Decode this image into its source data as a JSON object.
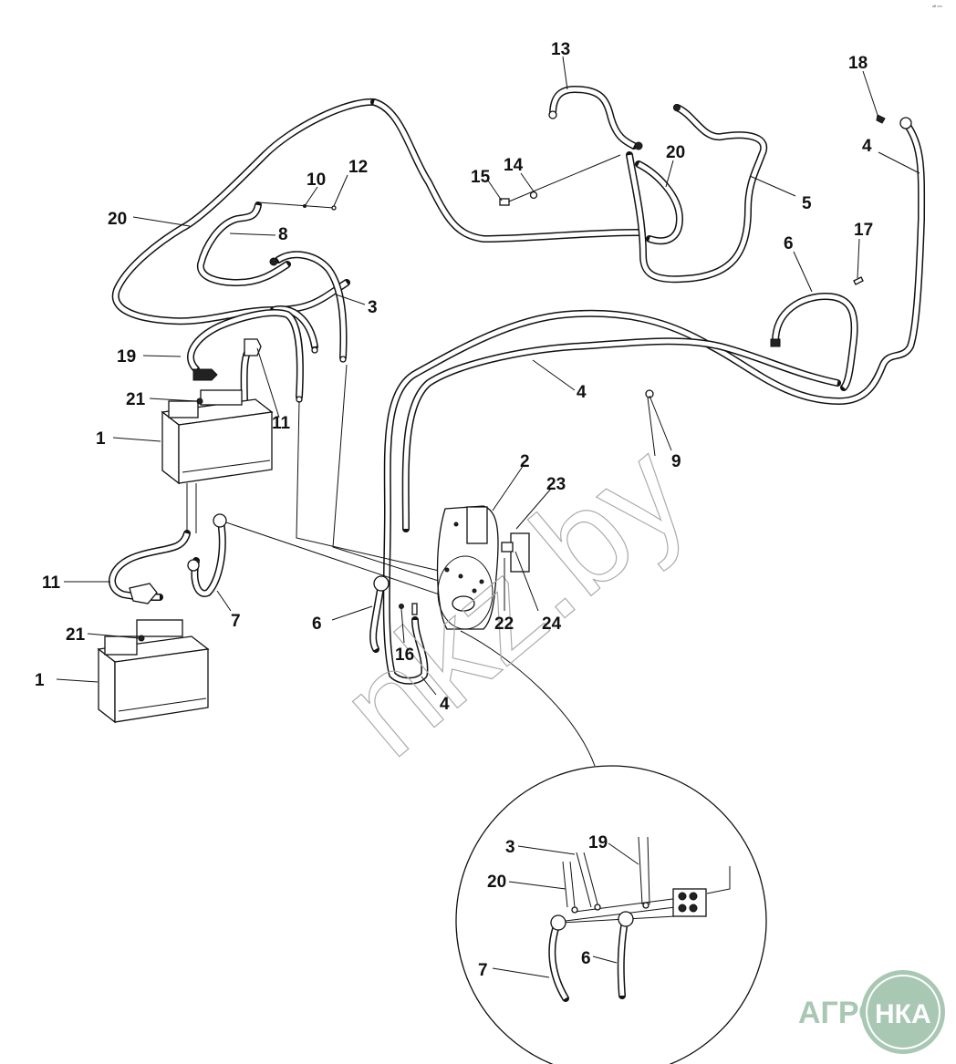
{
  "diagram": {
    "subject": "Battery cable harness — exploded parts view",
    "corner_mark": "ᵃᴮ ᵒᵒᵒ",
    "watermark": "nkz.by",
    "logo": {
      "left": "АГРО",
      "right": "НКА",
      "color": "#a8c8b4"
    },
    "callouts": [
      {
        "id": "c13",
        "label": "13"
      },
      {
        "id": "c18",
        "label": "18"
      },
      {
        "id": "c14",
        "label": "14"
      },
      {
        "id": "c15",
        "label": "15"
      },
      {
        "id": "c20a",
        "label": "20"
      },
      {
        "id": "c4a",
        "label": "4"
      },
      {
        "id": "c10",
        "label": "10"
      },
      {
        "id": "c12",
        "label": "12"
      },
      {
        "id": "c5",
        "label": "5"
      },
      {
        "id": "c20b",
        "label": "20"
      },
      {
        "id": "c8",
        "label": "8"
      },
      {
        "id": "c17",
        "label": "17"
      },
      {
        "id": "c6a",
        "label": "6"
      },
      {
        "id": "c3a",
        "label": "3"
      },
      {
        "id": "c19a",
        "label": "19"
      },
      {
        "id": "c4b",
        "label": "4"
      },
      {
        "id": "c21a",
        "label": "21"
      },
      {
        "id": "c11a",
        "label": "11"
      },
      {
        "id": "c1a",
        "label": "1"
      },
      {
        "id": "c9",
        "label": "9"
      },
      {
        "id": "c2",
        "label": "2"
      },
      {
        "id": "c23",
        "label": "23"
      },
      {
        "id": "c11b",
        "label": "11"
      },
      {
        "id": "c7a",
        "label": "7"
      },
      {
        "id": "c6b",
        "label": "6"
      },
      {
        "id": "c22",
        "label": "22"
      },
      {
        "id": "c24",
        "label": "24"
      },
      {
        "id": "c21b",
        "label": "21"
      },
      {
        "id": "c16",
        "label": "16"
      },
      {
        "id": "c1b",
        "label": "1"
      },
      {
        "id": "c4c",
        "label": "4"
      },
      {
        "id": "c3b",
        "label": "3"
      },
      {
        "id": "c19b",
        "label": "19"
      },
      {
        "id": "c20c",
        "label": "20"
      },
      {
        "id": "c6c",
        "label": "6"
      },
      {
        "id": "c7b",
        "label": "7"
      }
    ]
  }
}
